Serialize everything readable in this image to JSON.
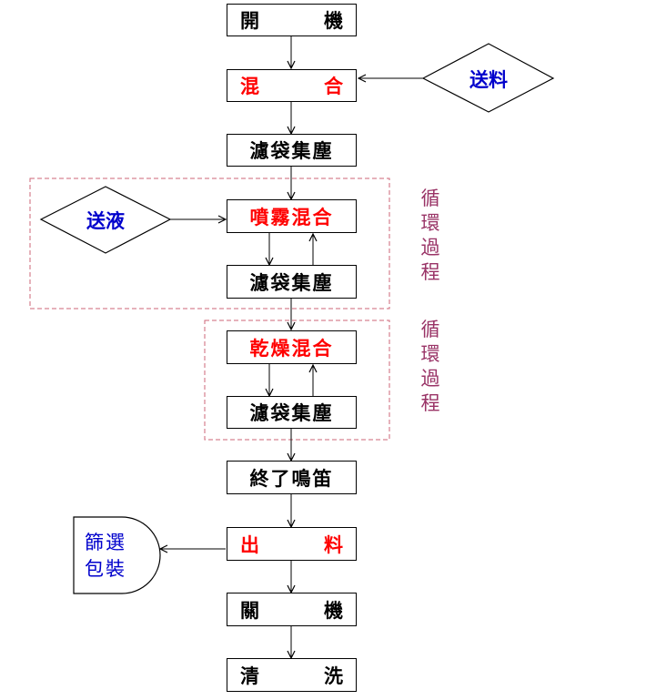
{
  "diagram": {
    "steps": {
      "start": {
        "left": "開",
        "right": "機"
      },
      "mix": {
        "left": "混",
        "right": "合"
      },
      "filter1": "濾袋集塵",
      "spray_mix": "噴霧混合",
      "filter2": "濾袋集塵",
      "dry_mix": "乾燥混合",
      "filter3": "濾袋集塵",
      "end_beep": "終了鳴笛",
      "discharge": {
        "left": "出",
        "right": "料"
      },
      "shutdown": {
        "left": "關",
        "right": "機"
      },
      "clean": {
        "left": "清",
        "right": "洗"
      }
    },
    "inputs": {
      "feed": "送料",
      "liquid": "送液"
    },
    "output": {
      "line1": "篩選",
      "line2": "包裝"
    },
    "loop_labels": {
      "loop1": [
        "循",
        "環",
        "過",
        "程"
      ],
      "loop2": [
        "循",
        "環",
        "過",
        "程"
      ]
    },
    "colors": {
      "red": "#ff0000",
      "blue": "#0000cc",
      "loop_label": "#993366",
      "loop_border": "#cc6677"
    }
  }
}
